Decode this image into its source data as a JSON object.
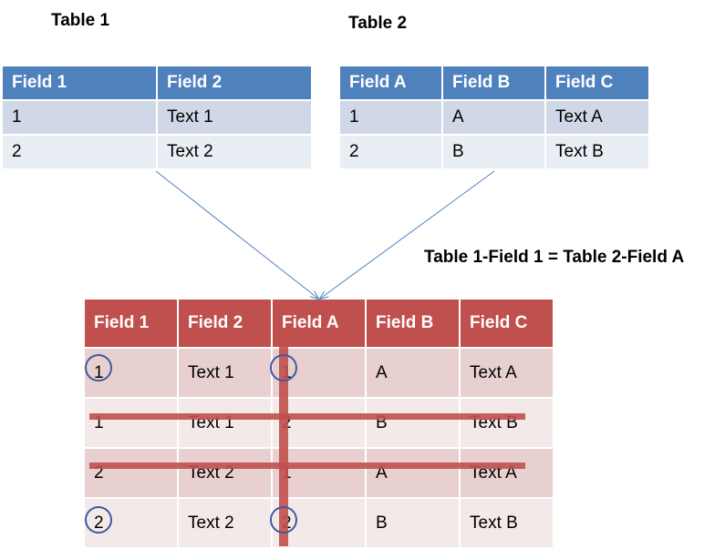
{
  "table1": {
    "title": "Table 1",
    "headers": [
      "Field 1",
      "Field 2"
    ],
    "rows": [
      [
        "1",
        "Text 1"
      ],
      [
        "2",
        "Text 2"
      ]
    ]
  },
  "table2": {
    "title": "Table 2",
    "headers": [
      "Field A",
      "Field B",
      "Field C"
    ],
    "rows": [
      [
        "1",
        "A",
        "Text A"
      ],
      [
        "2",
        "B",
        "Text B"
      ]
    ]
  },
  "join_condition": "Table 1-Field 1 = Table 2-Field A",
  "result_table": {
    "headers": [
      "Field 1",
      "Field 2",
      "Field A",
      "Field B",
      "Field C"
    ],
    "rows": [
      [
        "1",
        "Text 1",
        "1",
        "A",
        "Text A"
      ],
      [
        "1",
        "Text 1",
        "2",
        "B",
        "Text B"
      ],
      [
        "2",
        "Text 2",
        "1",
        "A",
        "Text A"
      ],
      [
        "2",
        "Text 2",
        "2",
        "B",
        "Text B"
      ]
    ],
    "kept_rows": [
      0,
      3
    ],
    "struck_rows": [
      1,
      2
    ]
  },
  "colors": {
    "source_header": "#4f81bd",
    "result_header": "#c0504d",
    "arrow": "#4f81bd",
    "strike": "#c0504d",
    "circle": "#3b5ba0"
  }
}
